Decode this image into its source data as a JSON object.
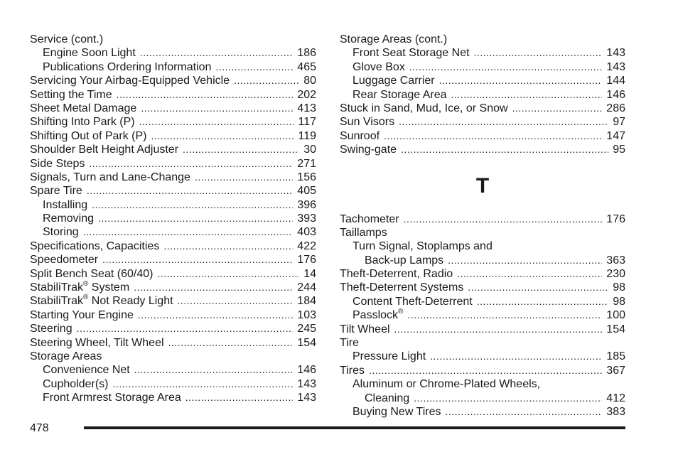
{
  "left_column": [
    {
      "level": 0,
      "text": "Service (cont.)",
      "page": ""
    },
    {
      "level": 1,
      "text": "Engine Soon Light",
      "page": "186"
    },
    {
      "level": 1,
      "text": "Publications Ordering Information",
      "page": "465"
    },
    {
      "level": 0,
      "text": "Servicing Your Airbag-Equipped Vehicle",
      "page": "80"
    },
    {
      "level": 0,
      "text": "Setting the Time",
      "page": "202"
    },
    {
      "level": 0,
      "text": "Sheet Metal Damage",
      "page": "413"
    },
    {
      "level": 0,
      "text": "Shifting Into Park (P)",
      "page": "117"
    },
    {
      "level": 0,
      "text": "Shifting Out of Park (P)",
      "page": "119"
    },
    {
      "level": 0,
      "text": "Shoulder Belt Height Adjuster",
      "page": "30"
    },
    {
      "level": 0,
      "text": "Side Steps",
      "page": "271"
    },
    {
      "level": 0,
      "text": "Signals, Turn and Lane-Change",
      "page": "156"
    },
    {
      "level": 0,
      "text": "Spare Tire",
      "page": "405"
    },
    {
      "level": 1,
      "text": "Installing",
      "page": "396"
    },
    {
      "level": 1,
      "text": "Removing",
      "page": "393"
    },
    {
      "level": 1,
      "text": "Storing",
      "page": "403"
    },
    {
      "level": 0,
      "text": "Specifications, Capacities",
      "page": "422"
    },
    {
      "level": 0,
      "text": "Speedometer",
      "page": "176"
    },
    {
      "level": 0,
      "text": "Split Bench Seat (60/40)",
      "page": "14"
    },
    {
      "level": 0,
      "text": "StabiliTrak",
      "sup": "®",
      "text_after": " System",
      "page": "244"
    },
    {
      "level": 0,
      "text": "StabiliTrak",
      "sup": "®",
      "text_after": " Not Ready Light",
      "page": "184"
    },
    {
      "level": 0,
      "text": "Starting Your Engine",
      "page": "103"
    },
    {
      "level": 0,
      "text": "Steering",
      "page": "245"
    },
    {
      "level": 0,
      "text": "Steering Wheel, Tilt Wheel",
      "page": "154"
    },
    {
      "level": 0,
      "text": "Storage Areas",
      "page": ""
    },
    {
      "level": 1,
      "text": "Convenience Net",
      "page": "146"
    },
    {
      "level": 1,
      "text": "Cupholder(s)",
      "page": "143"
    },
    {
      "level": 1,
      "text": "Front Armrest Storage Area",
      "page": "143"
    }
  ],
  "right_column_top": [
    {
      "level": 0,
      "text": "Storage Areas (cont.)",
      "page": ""
    },
    {
      "level": 1,
      "text": "Front Seat Storage Net",
      "page": "143"
    },
    {
      "level": 1,
      "text": "Glove Box",
      "page": "143"
    },
    {
      "level": 1,
      "text": "Luggage Carrier",
      "page": "144"
    },
    {
      "level": 1,
      "text": "Rear Storage Area",
      "page": "146"
    },
    {
      "level": 0,
      "text": "Stuck in Sand, Mud, Ice, or Snow",
      "page": "286"
    },
    {
      "level": 0,
      "text": "Sun Visors",
      "page": "97"
    },
    {
      "level": 0,
      "text": "Sunroof",
      "page": "147"
    },
    {
      "level": 0,
      "text": "Swing-gate",
      "page": "95"
    }
  ],
  "section_letter": "T",
  "right_column_bottom": [
    {
      "level": 0,
      "text": "Tachometer",
      "page": "176"
    },
    {
      "level": 0,
      "text": "Taillamps",
      "page": ""
    },
    {
      "level": 1,
      "text": "Turn Signal, Stoplamps and",
      "page": ""
    },
    {
      "level": 2,
      "text": "Back-up Lamps",
      "page": "363"
    },
    {
      "level": 0,
      "text": "Theft-Deterrent, Radio",
      "page": "230"
    },
    {
      "level": 0,
      "text": "Theft-Deterrent Systems",
      "page": "98"
    },
    {
      "level": 1,
      "text": "Content Theft-Deterrent",
      "page": "98"
    },
    {
      "level": 1,
      "text": "Passlock",
      "sup": "®",
      "text_after": "",
      "page": "100"
    },
    {
      "level": 0,
      "text": "Tilt Wheel",
      "page": "154"
    },
    {
      "level": 0,
      "text": "Tire",
      "page": ""
    },
    {
      "level": 1,
      "text": "Pressure Light",
      "page": "185"
    },
    {
      "level": 0,
      "text": "Tires",
      "page": "367"
    },
    {
      "level": 1,
      "text": "Aluminum or Chrome-Plated Wheels,",
      "page": ""
    },
    {
      "level": 2,
      "text": "Cleaning",
      "page": "412"
    },
    {
      "level": 1,
      "text": "Buying New Tires",
      "page": "383"
    }
  ],
  "page_number": "478"
}
